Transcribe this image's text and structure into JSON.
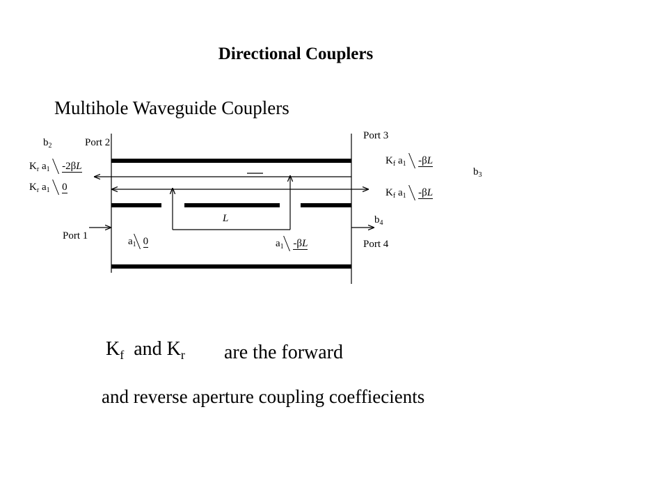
{
  "title": "Directional Couplers",
  "subtitle": "Multihole Waveguide Couplers",
  "diagram": {
    "b2": {
      "base": "b",
      "sub": "2"
    },
    "b3": {
      "base": "b",
      "sub": "3"
    },
    "b4": {
      "base": "b",
      "sub": "4"
    },
    "port1": "Port 1",
    "port2": "Port 2",
    "port3": "Port 3",
    "port4": "Port 4",
    "length_label": "L",
    "rev1": {
      "K": "K",
      "Ksub": "r",
      "a": "a",
      "asub": "1",
      "phase_num": "-2β",
      "phase_var": "L"
    },
    "rev2": {
      "K": "K",
      "Ksub": "r",
      "a": "a",
      "asub": "1",
      "phase_num": "0",
      "phase_var": ""
    },
    "fwd1": {
      "K": "K",
      "Ksub": "f",
      "a": "a",
      "asub": "1",
      "phase_num": "-β",
      "phase_var": "L"
    },
    "fwd2": {
      "K": "K",
      "Ksub": "f",
      "a": "a",
      "asub": "1",
      "phase_num": "-β",
      "phase_var": "L"
    },
    "in1": {
      "a": "a",
      "asub": "1",
      "phase_num": "0",
      "phase_var": ""
    },
    "in2": {
      "a": "a",
      "asub": "1",
      "phase_num": "-β",
      "phase_var": "L"
    }
  },
  "caption": {
    "kf_base": "K",
    "kf_sub": "f",
    "and": "and",
    "kr_base": "K",
    "kr_sub": "r",
    "line1": "are the forward",
    "line2": "and reverse aperture coupling coeffiecients"
  }
}
